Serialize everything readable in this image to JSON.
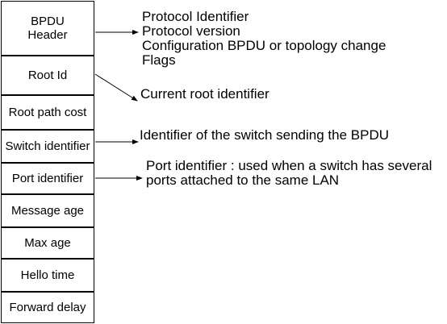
{
  "bpdu_fields": [
    {
      "id": "bpdu-header",
      "label": "BPDU\nHeader"
    },
    {
      "id": "root-id",
      "label": "Root Id"
    },
    {
      "id": "root-path-cost",
      "label": "Root path cost"
    },
    {
      "id": "switch-identifier",
      "label": "Switch identifier"
    },
    {
      "id": "port-identifier",
      "label": "Port identifier"
    },
    {
      "id": "message-age",
      "label": "Message age"
    },
    {
      "id": "max-age",
      "label": "Max age"
    },
    {
      "id": "hello-time",
      "label": "Hello time"
    },
    {
      "id": "forward-delay",
      "label": "Forward delay"
    }
  ],
  "annotations": {
    "bpdu_header": [
      "Protocol Identifier",
      "Protocol version",
      "Configuration BPDU or topology change",
      "Flags"
    ],
    "root_id": [
      "Current root identifier"
    ],
    "switch_identifier": [
      "Identifier of the switch sending the BPDU"
    ],
    "port_identifier": [
      "Port identifier : used when a switch has several",
      "ports attached to the same LAN"
    ]
  }
}
